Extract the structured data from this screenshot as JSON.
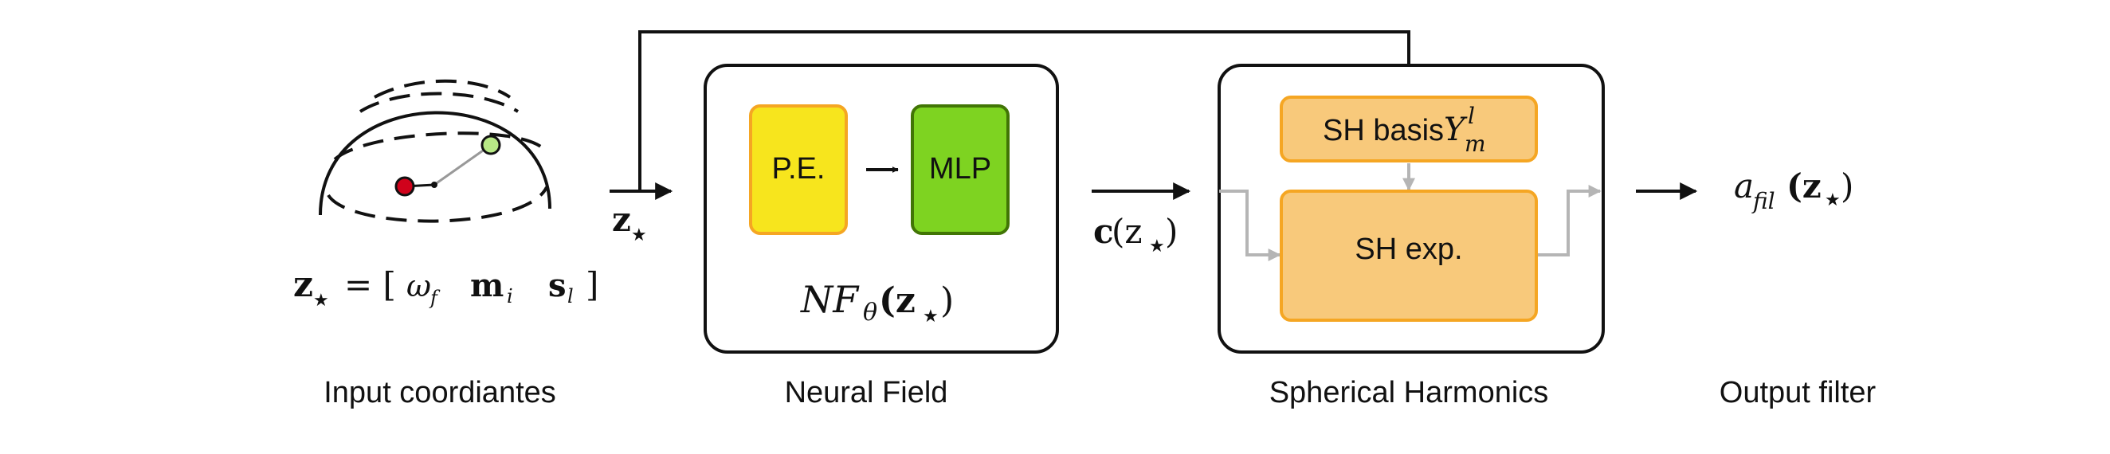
{
  "colors": {
    "stroke": "#111111",
    "gray_arrow": "#b5b5b5",
    "pe_fill": "#f7e51d",
    "pe_border": "#f5a623",
    "mlp_fill": "#7ed321",
    "mlp_border": "#417505",
    "sh_fill": "#f8c97b",
    "sh_border": "#f5a623",
    "point_red": "#d0021b",
    "point_green": "#b8e986"
  },
  "captions": {
    "input": "Input coordiantes",
    "neural_field": "Neural Field",
    "spherical_harmonics": "Spherical Harmonics",
    "output": "Output filter"
  },
  "neural_field": {
    "pe_label": "P.E.",
    "mlp_label": "MLP",
    "formula_main": "NF",
    "formula_sub": "θ",
    "formula_arg": "(z",
    "formula_star": "★",
    "formula_close": ")"
  },
  "input": {
    "z": "z",
    "star": "★",
    "eq": "= [",
    "omega": "ω",
    "omega_sub": "f",
    "m": "m",
    "m_sub": "i",
    "s": "s",
    "s_sub": "l",
    "close": "]"
  },
  "z_arrow_label": {
    "z": "z",
    "star": "★"
  },
  "c_label": {
    "c": "c",
    "open": "(z",
    "star": "★",
    "close": ")"
  },
  "spherical_harmonics": {
    "basis_label": "SH basis",
    "basis_sym": "Y",
    "basis_sup": "l",
    "basis_sub": "m",
    "exp_label": "SH exp."
  },
  "output": {
    "a": "a",
    "sub": "fil",
    "open": "(z",
    "star": "★",
    "close": ")"
  },
  "icons": [
    "hemisphere-icon",
    "arrow-icon"
  ]
}
